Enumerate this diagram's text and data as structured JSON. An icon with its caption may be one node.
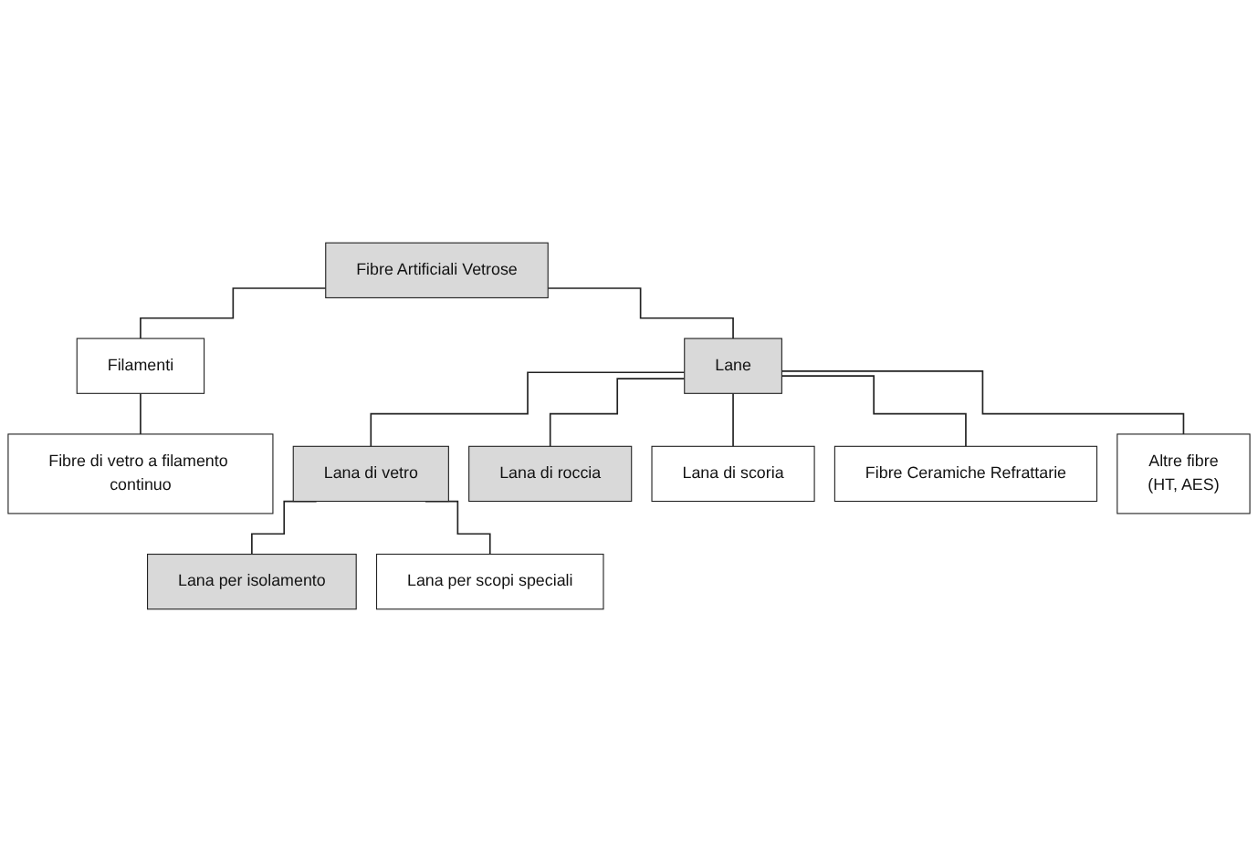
{
  "diagram": {
    "nodes": [
      {
        "text": [
          "Fibre Artificiali Vetrose"
        ]
      },
      {
        "text": [
          "Filamenti"
        ]
      },
      {
        "text": [
          "Lane"
        ]
      },
      {
        "text": [
          "Fibre di vetro a filamento continuo"
        ]
      },
      {
        "text": [
          "Lana di vetro"
        ]
      },
      {
        "text": [
          "Lana di roccia"
        ]
      },
      {
        "text": [
          "Lana di scoria"
        ]
      },
      {
        "text": [
          "Fibre Ceramiche Refrattarie"
        ]
      },
      {
        "text": [
          "Altre fibre",
          "(HT, AES)"
        ]
      },
      {
        "text": [
          "Lana per isolamento"
        ]
      },
      {
        "text": [
          "Lana per scopi speciali"
        ]
      }
    ],
    "edges": [
      {
        "from": 0,
        "to": 1,
        "arrow": "none"
      },
      {
        "from": 0,
        "to": 2,
        "arrow": "none"
      },
      {
        "from": 1,
        "to": 3,
        "arrow": "none"
      },
      {
        "from": 2,
        "to": 4,
        "arrow": "none"
      },
      {
        "from": 2,
        "to": 5,
        "arrow": "none"
      },
      {
        "from": 2,
        "to": 6,
        "arrow": "none"
      },
      {
        "from": 2,
        "to": 7,
        "arrow": "none"
      },
      {
        "from": 2,
        "to": 8,
        "arrow": "none"
      },
      {
        "from": 4,
        "to": 9,
        "arrow": "none"
      },
      {
        "from": 4,
        "to": 10,
        "arrow": "none"
      }
    ]
  }
}
